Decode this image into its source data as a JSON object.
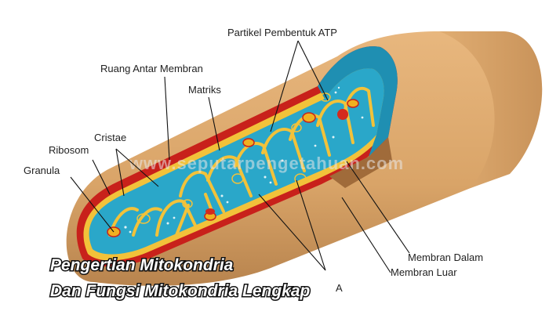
{
  "labels": {
    "partikel": "Partikel Pembentuk ATP",
    "ruang_antar": "Ruang Antar Membran",
    "matriks": "Matriks",
    "cristae": "Cristae",
    "ribosom": "Ribosom",
    "granula": "Granula",
    "membran_dalam": "Membran Dalam",
    "membran_luar": "Membran Luar",
    "dna_partial": "A"
  },
  "watermark": "www.seputarpengetahuan.com",
  "title": {
    "line1": "Pengertian Mitokondria",
    "line2": "Dan Fungsi Mitokondria Lengkap"
  },
  "colors": {
    "outer_membrane": "#d9a468",
    "outer_shadow": "#b8844e",
    "intermembrane": "#c8211b",
    "inner_membrane": "#f2c23a",
    "matrix": "#2aa7c9",
    "matrix_dark": "#1f8fb2",
    "granule": "#f0b020",
    "particle": "#d42a1e"
  }
}
